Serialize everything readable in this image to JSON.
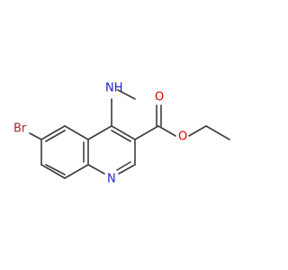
{
  "atoms": {
    "bromine": "Br",
    "nitrogen_ring": "N",
    "amine": "NH",
    "ester_carbonyl_oxygen": "O",
    "ester_ether_oxygen": "O"
  },
  "colors": {
    "bond": "#3c3c3c",
    "bromine": "#a52a2a",
    "nitrogen": "#1f1fd0",
    "oxygen": "#e00000"
  }
}
